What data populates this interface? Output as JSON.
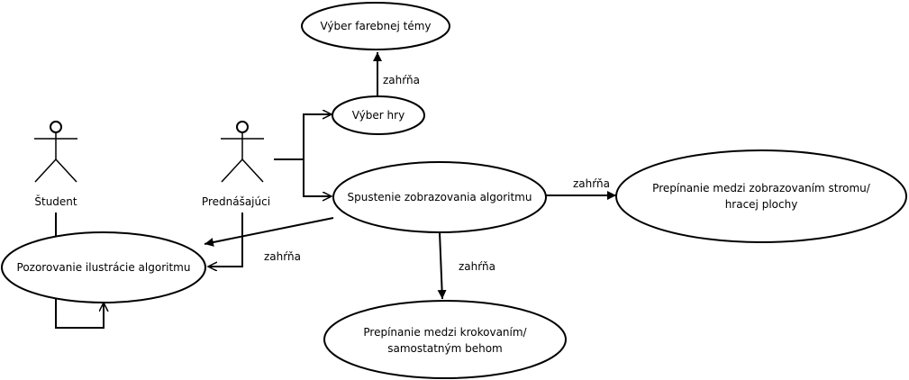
{
  "actors": {
    "student": "Študent",
    "lecturer": "Prednášajúci"
  },
  "use_cases": {
    "theme": "Výber farebnej témy",
    "game": "Výber hry",
    "start": "Spustenie zobrazovania algoritmu",
    "toggle_view": [
      "Prepínanie medzi zobrazovaním stromu/",
      "hracej plochy"
    ],
    "observe": "Pozorovanie ilustrácie algoritmu",
    "stepping": [
      "Prepínanie medzi krokovaním/",
      "samostatným behom"
    ]
  },
  "relations": {
    "include_theme": "zahŕňa",
    "include_toggle": "zahŕňa",
    "include_stepping": "zahŕňa",
    "include_observe": "zahŕňa"
  }
}
